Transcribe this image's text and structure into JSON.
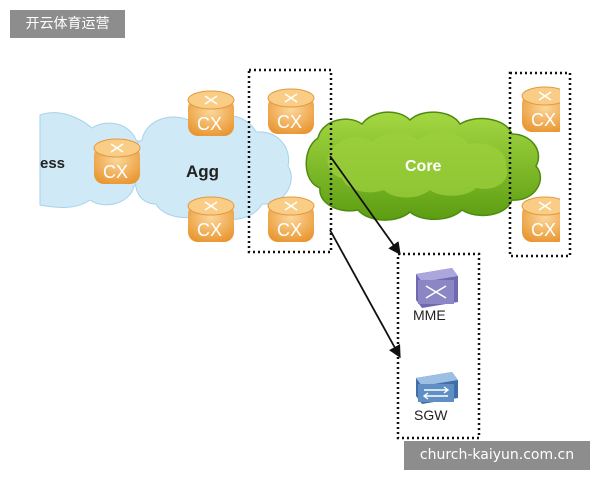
{
  "overlay": {
    "top_badge": "开云体育运营",
    "watermark": "church-kaiyun.com.cn"
  },
  "diagram": {
    "clouds": {
      "access": "ess",
      "aggregation": "Agg",
      "core": "Core"
    },
    "router_label": "CX",
    "servers": {
      "mme": "MME",
      "sgw": "SGW"
    }
  },
  "colors": {
    "cloud_light_blue": "#cfe9f6",
    "cloud_green": "#7fbf1a",
    "router_orange": "#f2b15a",
    "mme_purple": "#8c87c4",
    "sgw_blue": "#5f8fc4",
    "badge_gray": "#8d8d8d"
  }
}
